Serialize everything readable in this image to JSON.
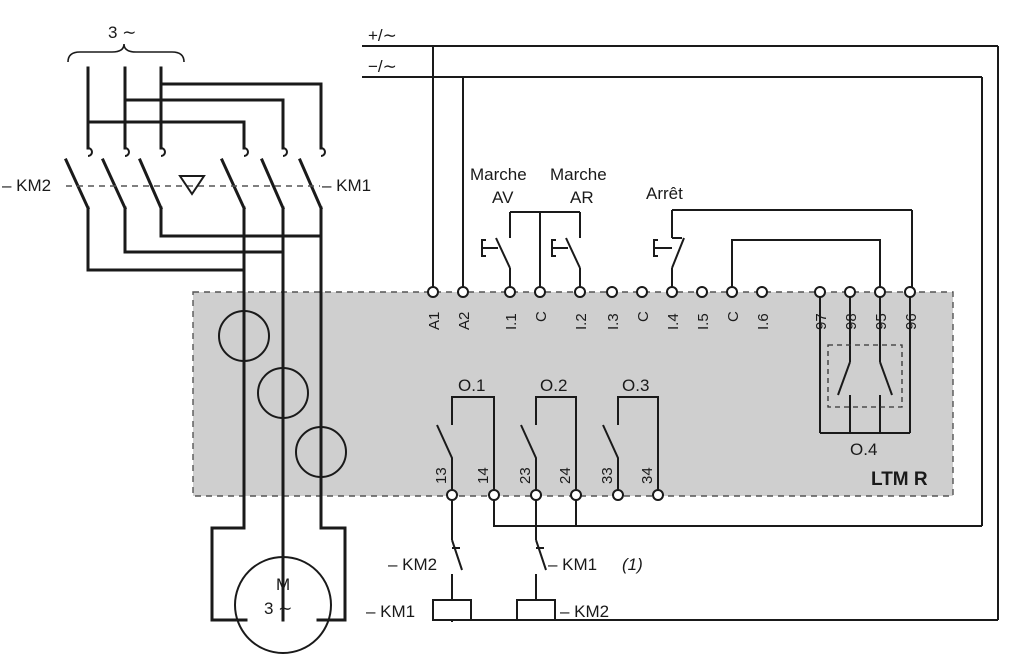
{
  "supply": {
    "three_phase": "3 ∼",
    "plus": "+/∼",
    "minus": "−/∼"
  },
  "contactors": {
    "km2": "– KM2",
    "km1": "– KM1"
  },
  "motor": {
    "letter": "M",
    "phase": "3 ∼"
  },
  "buttons": {
    "forward_line1": "Marche",
    "forward_line2": "AV",
    "reverse_line1": "Marche",
    "reverse_line2": "AR",
    "stop": "Arrêt"
  },
  "inputs": [
    "A1",
    "A2",
    "I.1",
    "C",
    "I.2",
    "I.3",
    "C",
    "I.4",
    "I.5",
    "C",
    "I.6"
  ],
  "fault_terminals": [
    "97",
    "98",
    "95",
    "96"
  ],
  "outputs": {
    "o1": "O.1",
    "o2": "O.2",
    "o3": "O.3",
    "o4": "O.4"
  },
  "output_terminals": [
    "13",
    "14",
    "23",
    "24",
    "33",
    "34"
  ],
  "device": "LTM R",
  "control": {
    "km2_contact": "– KM2",
    "km1_contact": "– KM1",
    "note": "(1)",
    "km1_coil": "– KM1",
    "km2_coil": "– KM2"
  },
  "colors": {
    "module_fill": "#cfcfcf",
    "ink": "#1a1a1a"
  }
}
